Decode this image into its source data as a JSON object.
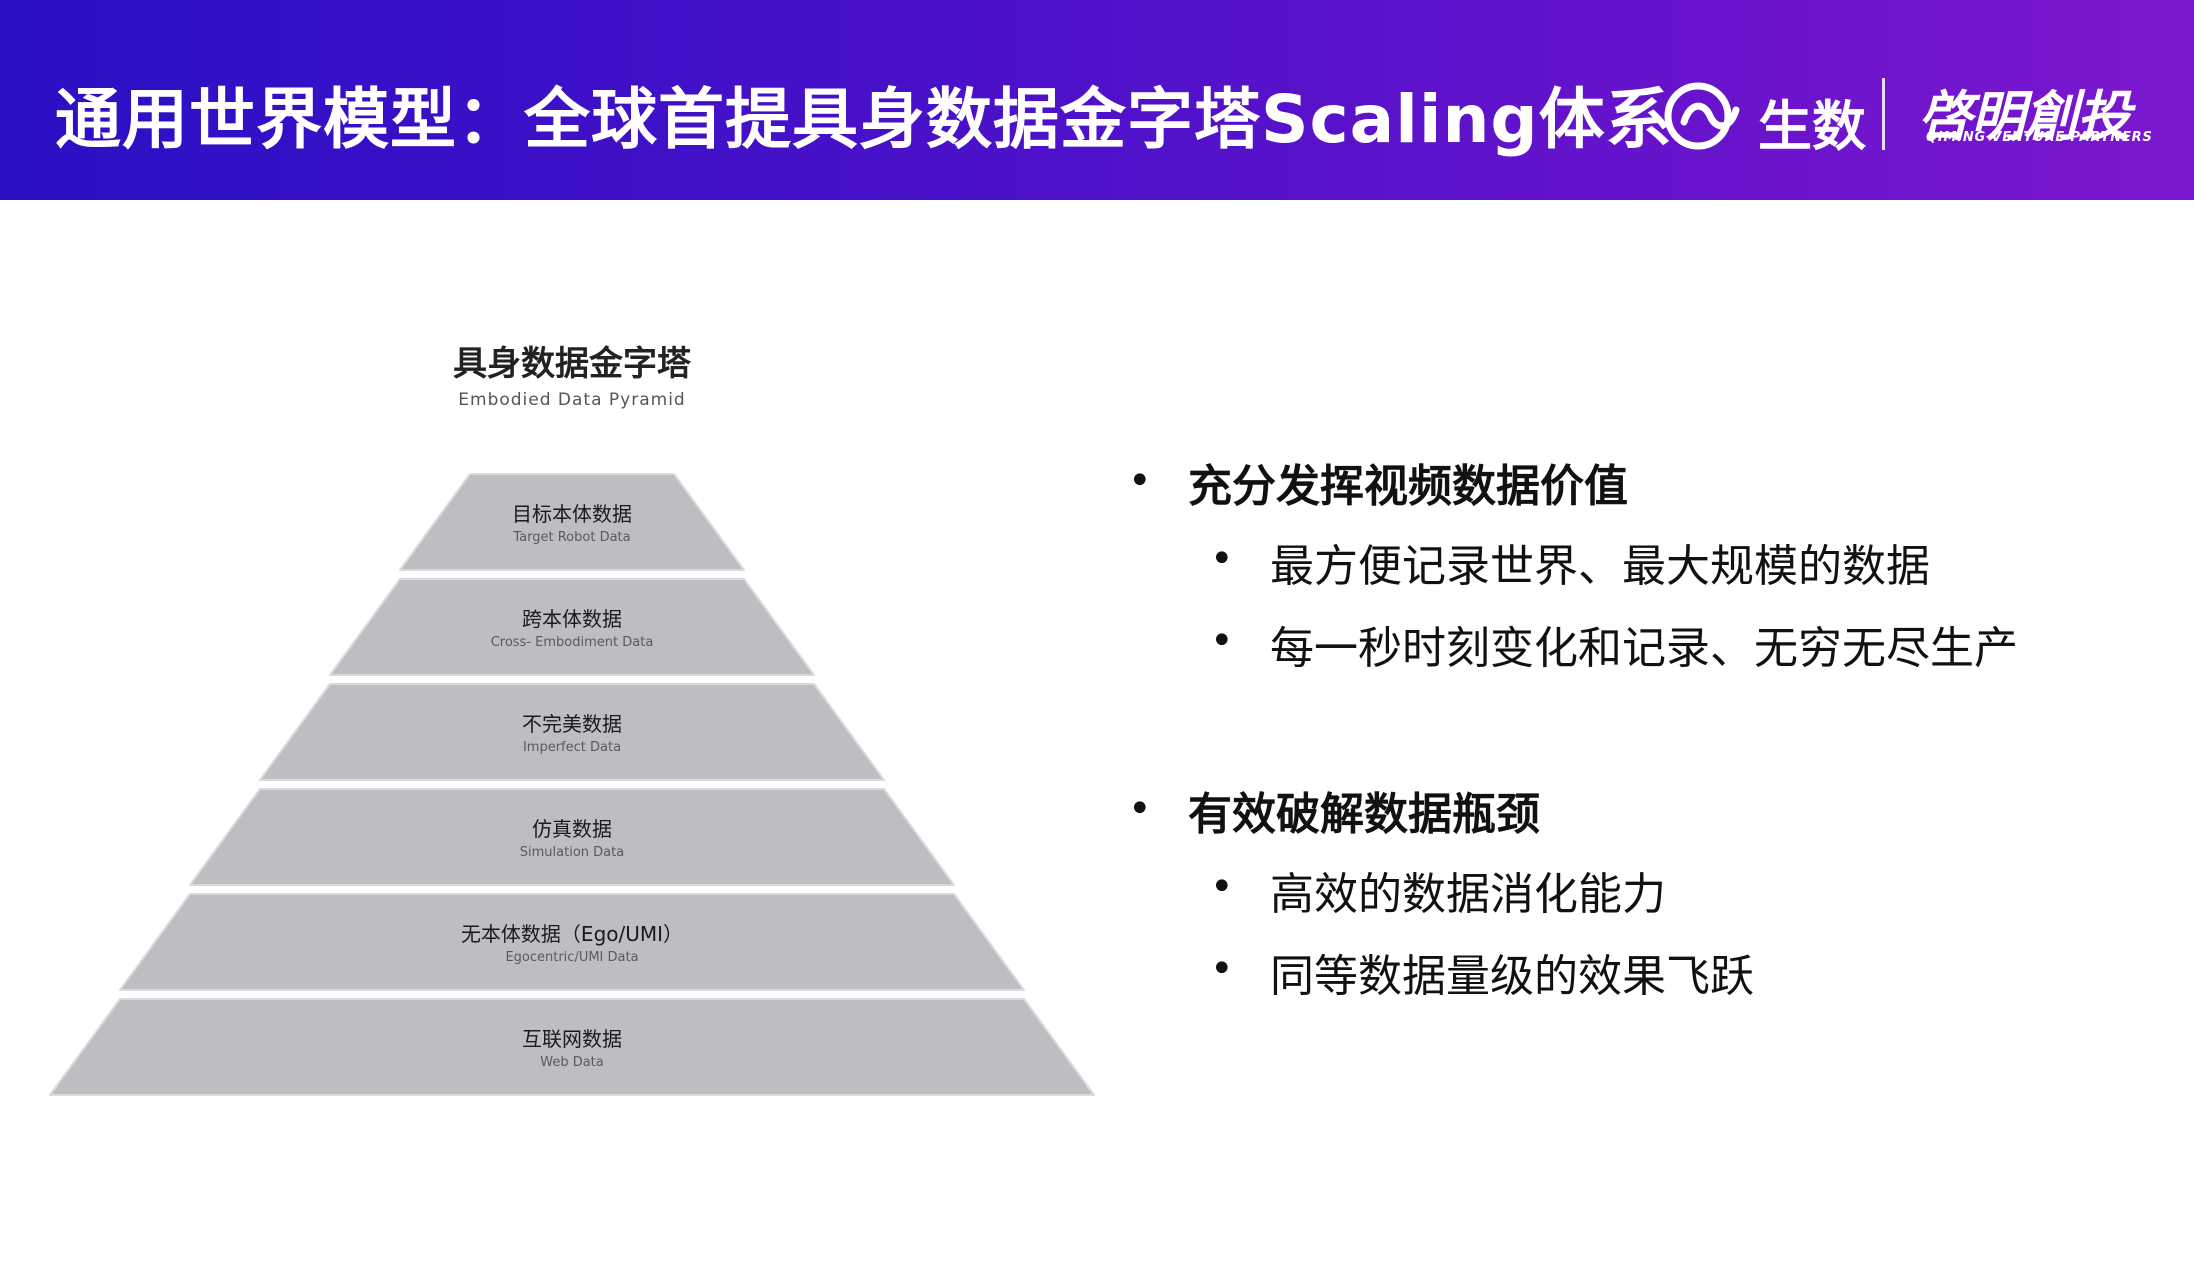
{
  "header": {
    "title": "通用世界模型：全球首提具身数据金字塔Scaling体系",
    "logo_shengshu": "生数",
    "logo_qiming": "啓明創投",
    "logo_qiming_sub": "QIMING VENTURE PARTNERS"
  },
  "pyramid": {
    "title": "具身数据金字塔",
    "subtitle": "Embodied Data Pyramid",
    "tiers": [
      {
        "label": "目标本体数据",
        "sub": "Target Robot Data"
      },
      {
        "label": "跨本体数据",
        "sub": "Cross- Embodiment Data"
      },
      {
        "label": "不完美数据",
        "sub": "Imperfect Data"
      },
      {
        "label": "仿真数据",
        "sub": "Simulation Data"
      },
      {
        "label": "无本体数据（Ego/UMI）",
        "sub": "Egocentric/UMI Data"
      },
      {
        "label": "互联网数据",
        "sub": "Web Data"
      }
    ],
    "tier_color": "#bcbec2"
  },
  "points": [
    {
      "heading": "充分发挥视频数据价值",
      "items": [
        "最方便记录世界、最大规模的数据",
        "每一秒时刻变化和记录、无穷无尽生产"
      ]
    },
    {
      "heading": "有效破解数据瓶颈",
      "items": [
        "高效的数据消化能力",
        "同等数据量级的效果飞跃"
      ]
    }
  ],
  "colors": {
    "header_start": "#2a10c4",
    "header_end": "#7b18cf"
  }
}
